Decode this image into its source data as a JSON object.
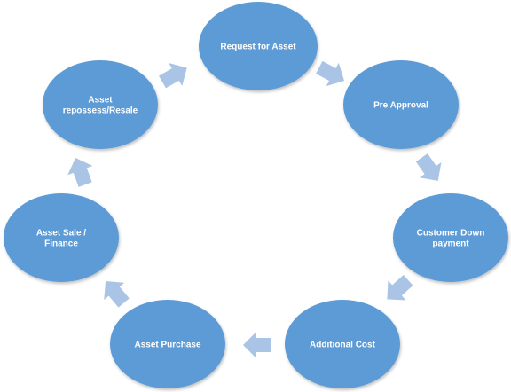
{
  "colors": {
    "node_fill": "#5b9bd5",
    "arrow_fill": "#a9c4e4",
    "text": "#ffffff",
    "background": "#ffffff"
  },
  "nodes": [
    {
      "id": "request-for-asset",
      "lines": [
        "Request for Asset"
      ]
    },
    {
      "id": "pre-approval",
      "lines": [
        "Pre Approval"
      ]
    },
    {
      "id": "customer-down-payment",
      "lines": [
        "Customer Down",
        "payment"
      ]
    },
    {
      "id": "additional-cost",
      "lines": [
        "Additional Cost"
      ]
    },
    {
      "id": "asset-purchase",
      "lines": [
        "Asset Purchase"
      ]
    },
    {
      "id": "asset-sale-finance",
      "lines": [
        "Asset Sale /",
        "Finance"
      ]
    },
    {
      "id": "asset-repossess-resale",
      "lines": [
        "Asset",
        "repossess/Resale"
      ]
    }
  ],
  "flow": "clockwise cycle"
}
